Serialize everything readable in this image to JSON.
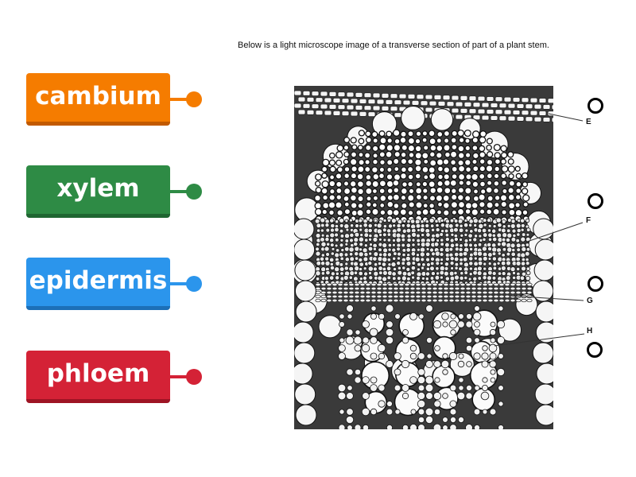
{
  "caption": "Below is a light microscope image of a transverse section of part of a plant stem.",
  "labels": [
    {
      "text": "cambium",
      "color": "#f57c00"
    },
    {
      "text": "xylem",
      "color": "#2e8b45"
    },
    {
      "text": "epidermis",
      "color": "#2b95ec"
    },
    {
      "text": "phloem",
      "color": "#d42236"
    }
  ],
  "markers": [
    "E",
    "F",
    "G",
    "H"
  ]
}
